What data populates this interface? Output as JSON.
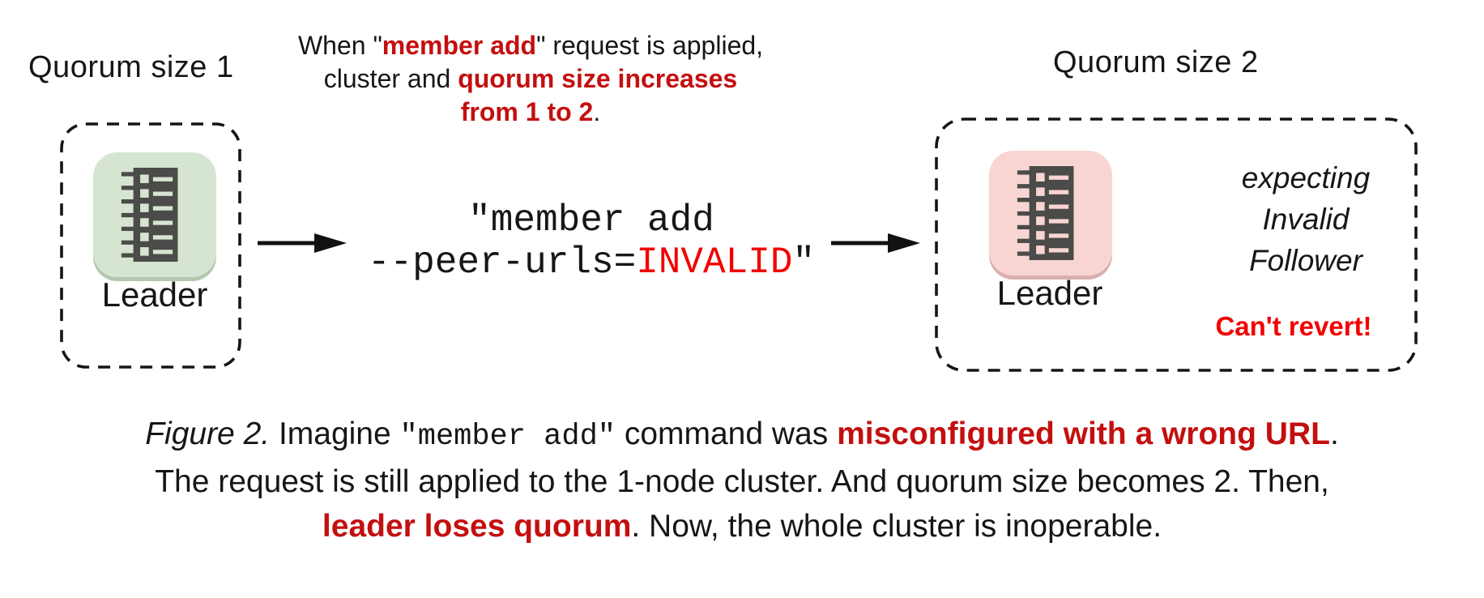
{
  "left_cluster": {
    "title": "Quorum size 1",
    "node_label": "Leader"
  },
  "top_note": {
    "l1_pre": "When \"",
    "l1_red": "member add",
    "l1_post": "\" request is applied,",
    "l2_pre": "cluster and ",
    "l2_red": "quorum size increases",
    "l3_red": "from 1 to 2",
    "l3_post": "."
  },
  "command": {
    "line1": "\"member add",
    "l2_pre": "--peer-urls=",
    "l2_red": "INVALID",
    "l2_post": "\""
  },
  "right_cluster": {
    "title": "Quorum size 2",
    "node_label": "Leader",
    "expecting": [
      "expecting",
      "Invalid",
      "Follower"
    ],
    "warning": "Can't revert!"
  },
  "caption": {
    "fig_label": "Figure 2.",
    "l1_a": " Imagine ",
    "l1_mono": "\"member add\"",
    "l1_b": " command was ",
    "l1_red": "misconfigured with a wrong URL",
    "l1_end": ".",
    "line2": "The request is still applied to the 1-node cluster. And quorum size becomes 2. Then,",
    "l3_red": "leader loses quorum",
    "l3_end": ". Now, the whole cluster is inoperable."
  },
  "colors": {
    "emphasis_red": "#c40f0f",
    "code_red": "#f20000",
    "leader_ok_green": "#d6e5d2",
    "leader_bad_pink": "#f8d5d3",
    "icon_gray": "#4b4b49"
  },
  "icons": {
    "node_icon": "log-list-icon",
    "arrow_icon": "arrow-right-icon"
  }
}
